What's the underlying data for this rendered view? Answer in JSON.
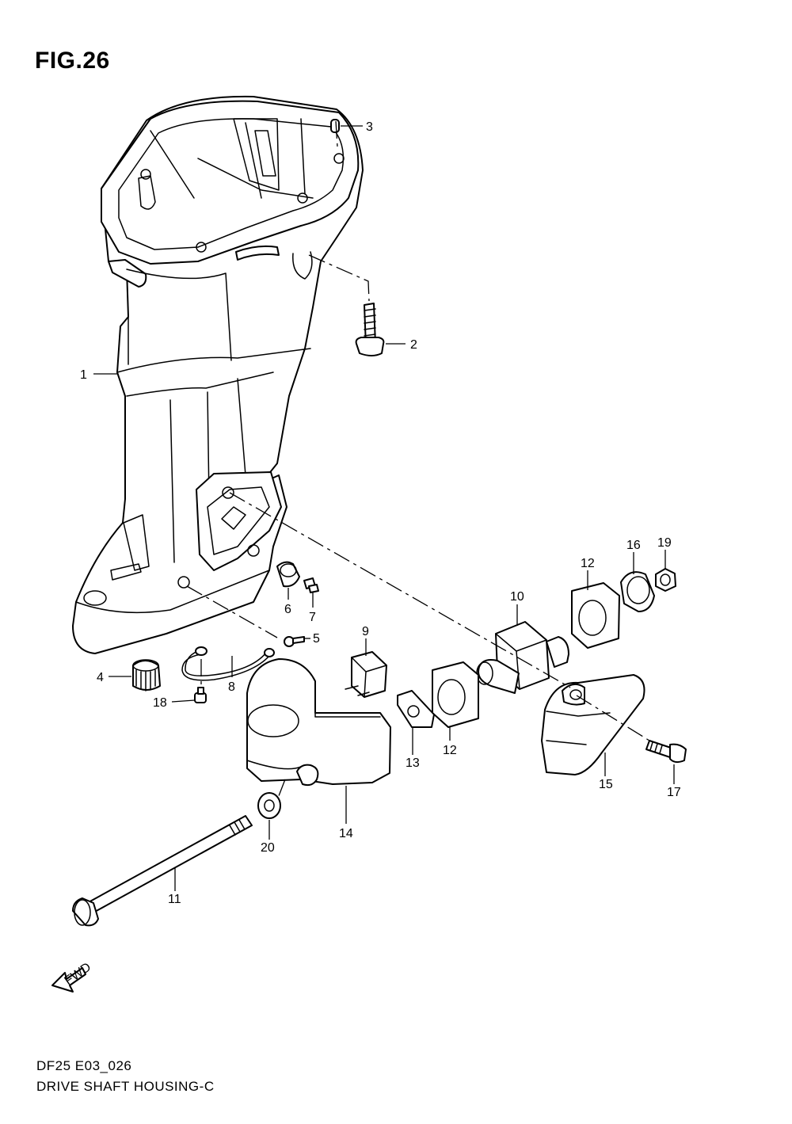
{
  "figure": {
    "title": "FIG.26",
    "code": "DF25 E03_026",
    "name": "DRIVE SHAFT HOUSING-C"
  },
  "fwd_label": "FWD",
  "callouts": {
    "c1": "1",
    "c2": "2",
    "c3": "3",
    "c4": "4",
    "c5": "5",
    "c6": "6",
    "c7": "7",
    "c8": "8",
    "c9": "9",
    "c10": "10",
    "c11": "11",
    "c12a": "12",
    "c12b": "12",
    "c13": "13",
    "c14": "14",
    "c15": "15",
    "c16": "16",
    "c17": "17",
    "c18": "18",
    "c19": "19",
    "c20": "20"
  }
}
